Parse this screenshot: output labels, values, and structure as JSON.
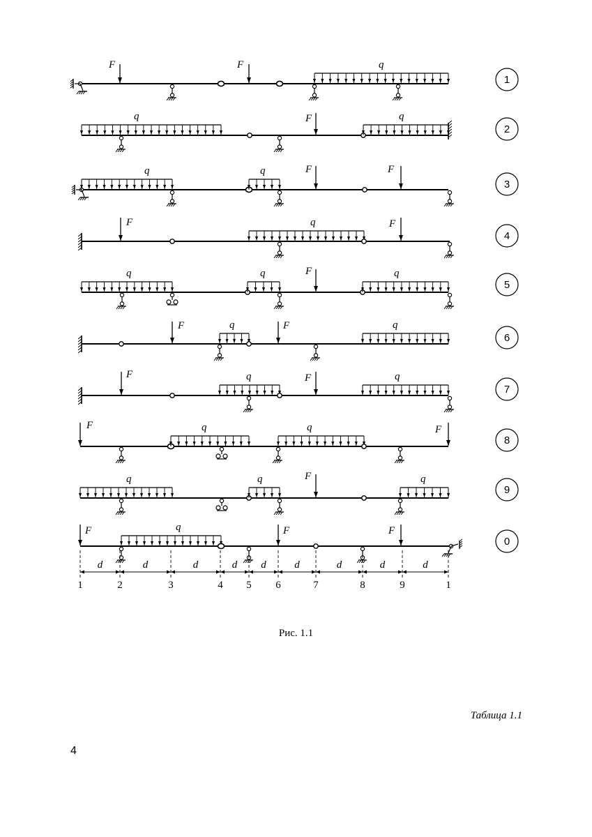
{
  "labels": {
    "force": "F",
    "load": "q",
    "span": "d"
  },
  "row_numbers": [
    "1",
    "2",
    "3",
    "4",
    "5",
    "6",
    "7",
    "8",
    "9",
    "0"
  ],
  "node_numbers": [
    "1",
    "2",
    "3",
    "4",
    "5",
    "6",
    "7",
    "8",
    "9",
    "1"
  ],
  "caption": "Рис. 1.1",
  "table_label": "Таблица 1.1",
  "page_number": "4"
}
